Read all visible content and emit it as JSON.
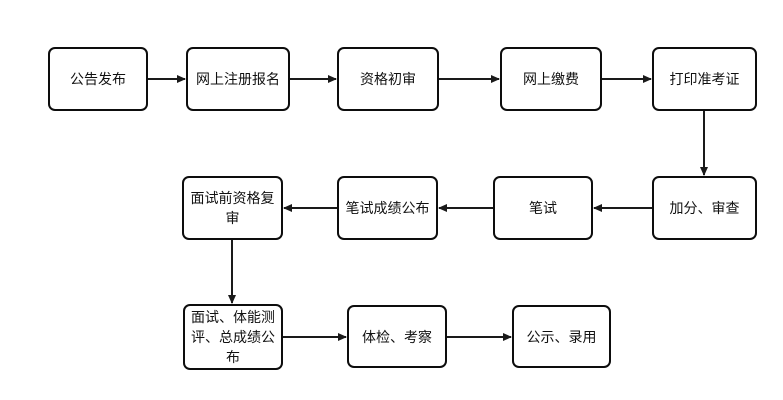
{
  "diagram": {
    "type": "flowchart",
    "background_color": "#ffffff",
    "node_fill_color": "#ffffff",
    "node_border_color": "#0d0d0d",
    "text_color": "#111111",
    "arrow_color": "#1a1a1a",
    "nodes": [
      {
        "id": "announcement",
        "label": "公告发布"
      },
      {
        "id": "online-registration",
        "label": "网上注册报名"
      },
      {
        "id": "preliminary-qualification-review",
        "label": "资格初审"
      },
      {
        "id": "online-payment",
        "label": "网上缴费"
      },
      {
        "id": "print-admission-ticket",
        "label": "打印准考证"
      },
      {
        "id": "bonus-points-review",
        "label": "加分、审查"
      },
      {
        "id": "written-exam",
        "label": "笔试"
      },
      {
        "id": "written-exam-results",
        "label": "笔试成绩公布"
      },
      {
        "id": "pre-interview-qualification-recheck",
        "label": "面试前资格复审"
      },
      {
        "id": "interview-fitness-final-results",
        "label": "面试、体能测评、总成绩公布"
      },
      {
        "id": "physical-exam-inspection",
        "label": "体检、考察"
      },
      {
        "id": "publicity-employment",
        "label": "公示、录用"
      }
    ],
    "edges": [
      {
        "from": "announcement",
        "to": "online-registration"
      },
      {
        "from": "online-registration",
        "to": "preliminary-qualification-review"
      },
      {
        "from": "preliminary-qualification-review",
        "to": "online-payment"
      },
      {
        "from": "online-payment",
        "to": "print-admission-ticket"
      },
      {
        "from": "print-admission-ticket",
        "to": "bonus-points-review"
      },
      {
        "from": "bonus-points-review",
        "to": "written-exam"
      },
      {
        "from": "written-exam",
        "to": "written-exam-results"
      },
      {
        "from": "written-exam-results",
        "to": "pre-interview-qualification-recheck"
      },
      {
        "from": "pre-interview-qualification-recheck",
        "to": "interview-fitness-final-results"
      },
      {
        "from": "interview-fitness-final-results",
        "to": "physical-exam-inspection"
      },
      {
        "from": "physical-exam-inspection",
        "to": "publicity-employment"
      }
    ]
  }
}
